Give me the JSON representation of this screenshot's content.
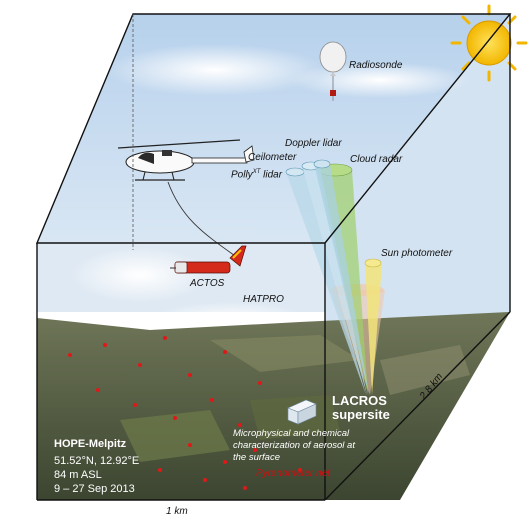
{
  "labels": {
    "radiosonde": "Radiosonde",
    "doppler_lidar": "Doppler lidar",
    "ceilometer": "Ceilometer",
    "cloud_radar": "Cloud radar",
    "polly_base": "Polly",
    "polly_sup": "XT",
    "polly_suffix": " lidar",
    "sun_photometer": "Sun photometer",
    "actos": "ACTOS",
    "hatpro": "HATPRO",
    "site_line1": "LACROS",
    "site_line2": "supersite",
    "surface_desc": [
      "Microphysical and chemical",
      "characterization of aerosol at",
      "the surface"
    ],
    "pyranometer_net": "Pyranometer net",
    "station_name": "HOPE-Melpitz",
    "coords": "51.52°N, 12.92°E",
    "altitude": "84 m ASL",
    "period": "9 – 27 Sep 2013",
    "dim_x": "1 km",
    "dim_depth": "2.8 km"
  },
  "colors": {
    "sky": "#c9dcef",
    "ground": "#4f5a3a",
    "sun": "#f6c400",
    "lidar_beam": "#b8d8e8",
    "radar_beam": "#9fce6a",
    "photometer_beam": "#f1e47a",
    "hatpro_cone": "#f1c7a8",
    "pyranometer_dot": "#e01818",
    "actos_body": "#d42a1c"
  },
  "icons": [
    "sun-icon",
    "radiosonde-balloon-icon",
    "helicopter-icon",
    "actos-payload-icon",
    "lacros-container-icon"
  ]
}
